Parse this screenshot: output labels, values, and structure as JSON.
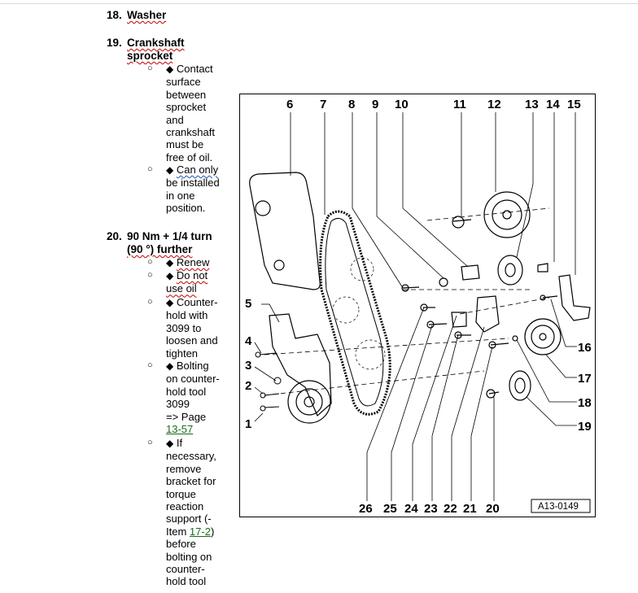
{
  "header": {
    "left_fragment": "",
    "right_fragment": ""
  },
  "items": [
    {
      "num": "18.",
      "title": "Washer",
      "bullets": []
    },
    {
      "num": "19.",
      "title_line1": "Crankshaft",
      "title_line2": "sprocket",
      "bullets": [
        {
          "lines": [
            "Contact",
            "surface",
            "between",
            "sprocket",
            "and",
            "crankshaft",
            "must be",
            "free of oil."
          ]
        },
        {
          "lines": [
            "Can only",
            "be installed",
            "in one",
            "position."
          ]
        }
      ]
    },
    {
      "num": "20.",
      "title_line1": "90 Nm + 1/4 turn",
      "title_line2": "(90 °) further",
      "bullets": [
        {
          "lines": [
            "Renew"
          ]
        },
        {
          "lines": [
            "Do not",
            "use oil"
          ]
        },
        {
          "lines": [
            "Counter-",
            "hold with",
            "3099 to",
            "loosen and",
            "tighten"
          ]
        },
        {
          "lines": [
            "Bolting",
            "on counter-",
            "hold tool",
            "3099",
            "=> Page",
            "13-57"
          ]
        },
        {
          "lines": [
            "If",
            "necessary,",
            "remove",
            "bracket for",
            "torque",
            "reaction",
            "support (-",
            "Item 17-2)",
            "before",
            "bolting on",
            "counter-",
            "hold tool"
          ]
        }
      ]
    }
  ],
  "figure": {
    "code": "A13-0149",
    "top_callouts": [
      "6",
      "7",
      "8",
      "9",
      "10",
      "11",
      "12",
      "13",
      "14",
      "15"
    ],
    "bottom_callouts": [
      "26",
      "25",
      "24",
      "23",
      "22",
      "21",
      "20"
    ],
    "left_callouts": [
      "5",
      "4",
      "3",
      "2",
      "1"
    ],
    "right_callouts": [
      "16",
      "17",
      "18",
      "19"
    ]
  },
  "icons": {
    "bullet": "hollow-circle-bullet",
    "marker": "black-diamond-icon"
  }
}
